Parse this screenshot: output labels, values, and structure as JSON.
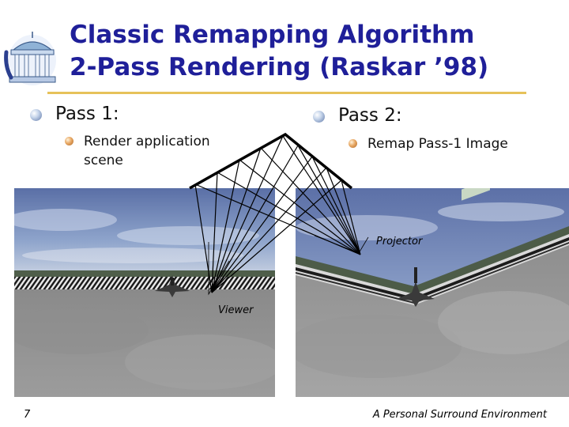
{
  "slide": {
    "title_line1": "Classic Remapping Algorithm",
    "title_line2": "2-Pass Rendering (Raskar ’98)",
    "accent_color": "#1f1f99",
    "rule_color": "#e6c25a"
  },
  "left_column": {
    "heading": "Pass 1:",
    "subitem_line1": "Render application",
    "subitem_line2": "scene"
  },
  "right_column": {
    "heading": "Pass 2:",
    "subitem": "Remap Pass-1 Image"
  },
  "diagram": {
    "projector_label": "Projector",
    "viewer_label": "Viewer"
  },
  "footer": {
    "slide_number": "7",
    "caption": "A Personal Surround Environment"
  },
  "icons": {
    "logo": "rotunda-logo-icon",
    "bullet_large": "blue-bullet-icon",
    "bullet_small": "orange-bullet-icon"
  }
}
